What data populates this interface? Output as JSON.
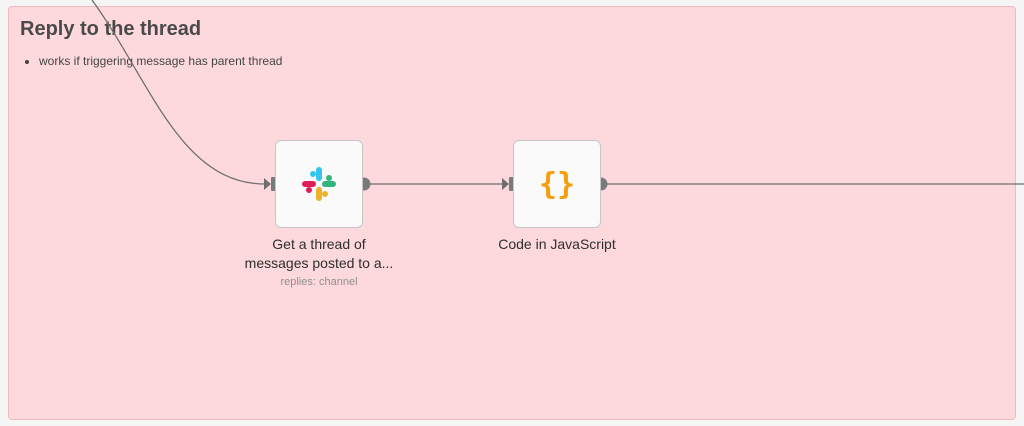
{
  "sticky": {
    "title": "Reply to the thread",
    "notes": [
      "works if triggering message has parent thread"
    ],
    "color": "#fdd9dd"
  },
  "nodes": [
    {
      "icon": "slack-icon",
      "label_line1": "Get a thread of",
      "label_line2": "messages posted to a...",
      "subtitle": "replies: channel"
    },
    {
      "icon": "code-braces-icon",
      "label": "Code in JavaScript",
      "icon_color": "#f59e0b"
    }
  ],
  "colors": {
    "connection": "#6f6f6f",
    "handle": "#7a7a7a"
  }
}
